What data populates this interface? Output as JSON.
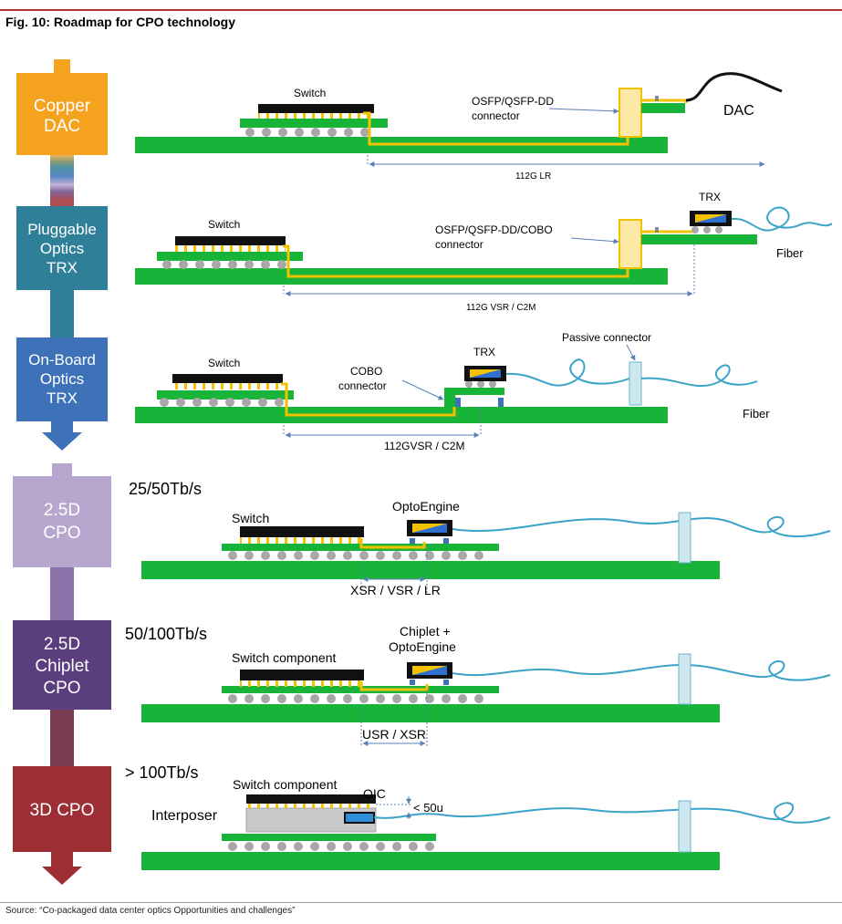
{
  "figure": {
    "title": "Fig. 10: Roadmap for CPO technology",
    "source": "Source: “Co-packaged data center optics Opportunities and challenges”"
  },
  "stages": [
    {
      "line1": "Copper",
      "line2": "DAC",
      "line3": "",
      "color": "#f5a21f"
    },
    {
      "line1": "Pluggable",
      "line2": "Optics",
      "line3": "TRX",
      "color": "#2e7f97"
    },
    {
      "line1": "On-Board",
      "line2": "Optics",
      "line3": "TRX",
      "color": "#3d72b8"
    },
    {
      "line1": "2.5D",
      "line2": "CPO",
      "line3": "",
      "color": "#b7a6ce"
    },
    {
      "line1": "2.5D",
      "line2": "Chiplet",
      "line3": "CPO",
      "color": "#5b3e7e"
    },
    {
      "line1": "3D CPO",
      "line2": "",
      "line3": "",
      "color": "#9d2f34"
    }
  ],
  "labels": {
    "switch": "Switch",
    "switch_component": "Switch component",
    "dac": "DAC",
    "fiber": "Fiber",
    "trx": "TRX",
    "osfp_connector_1": "OSFP/QSFP-DD",
    "osfp_connector_2": "connector",
    "cobo_connector_1": "OSFP/QSFP-DD/COBO",
    "cobo_connector_2": "connector",
    "cobo_1": "COBO",
    "cobo_2": "connector",
    "passive_connector": "Passive connector",
    "optoengine": "OptoEngine",
    "chiplet": "Chiplet +",
    "chiplet_opto": "OptoEngine",
    "interposer": "Interposer",
    "oic": "OIC",
    "gap": "< 50u"
  },
  "reaches": {
    "r1": "112G LR",
    "r2": "112G VSR / C2M",
    "r3": "112GVSR / C2M",
    "r4": "XSR / VSR / LR",
    "r5": "USR / XSR"
  },
  "bandwidths": {
    "b4": "25/50Tb/s",
    "b5": "50/100Tb/s",
    "b6": "> 100Tb/s"
  },
  "colors": {
    "board": "#18b43a",
    "trace": "#f2c200",
    "chip": "#111111",
    "ball": "#a8a8a8",
    "fiber": "#3aa3c8",
    "connector": "#fde9a6",
    "passive": "#cde9ef",
    "dim": "#5b7fb6",
    "title_rule": "#b8323a"
  }
}
